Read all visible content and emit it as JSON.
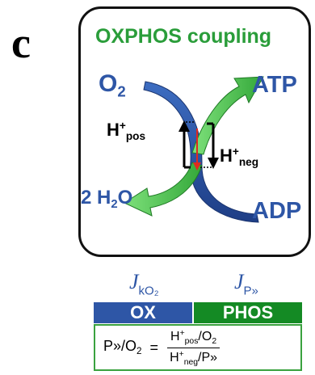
{
  "panel_letter": "c",
  "title": "OXPHOS coupling",
  "diagram": {
    "o2": "O",
    "o2_sub": "2",
    "h2o_prefix": "2 H",
    "h2o_sub": "2",
    "h2o_suffix": "O",
    "atp": "ATP",
    "adp": "ADP",
    "h_pos": "H",
    "h_pos_sup": "+",
    "h_pos_sub": "pos",
    "h_neg": "H",
    "h_neg_sup": "+",
    "h_neg_sub": "neg"
  },
  "fluxes": {
    "ox_symbol": "J",
    "ox_sub": "kO₂",
    "phos_symbol": "J",
    "phos_sub": "P»"
  },
  "bars": {
    "ox": "OX",
    "phos": "PHOS"
  },
  "ratio": {
    "left": "P»/O",
    "left_sub": "2",
    "equals": "=",
    "num_h": "H",
    "num_sup": "+",
    "num_sub": "pos",
    "num_rest": "/O",
    "num_rest_sub": "2",
    "den_h": "H",
    "den_sup": "+",
    "den_sub": "neg",
    "den_rest": "/P»"
  },
  "colors": {
    "blue": "#2e56a6",
    "green": "#3daa43",
    "dark_green": "#148a24",
    "red": "#e0291f"
  }
}
